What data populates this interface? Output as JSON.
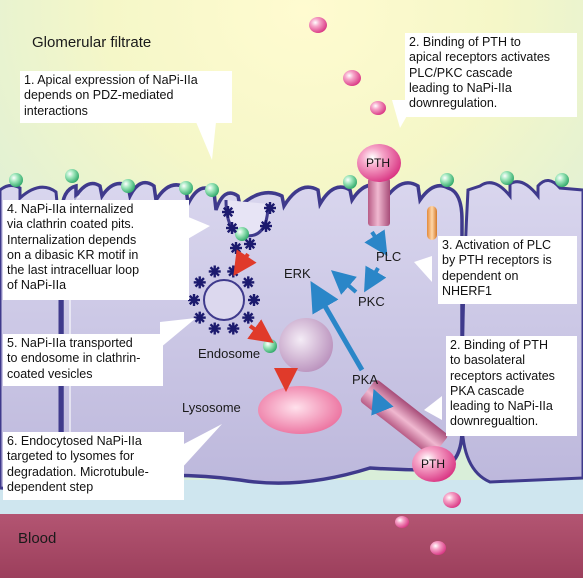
{
  "regions": {
    "top": "Glomerular filtrate",
    "bottom": "Blood"
  },
  "callouts": {
    "c1": "1. Apical expression of NaPi-IIa\ndepends on PDZ-mediated\ninteractions",
    "c2": "2. Binding of PTH to\napical receptors activates\nPLC/PKC cascade\nleading to NaPi-IIa\ndownregulation.",
    "c3": "3. Activation of PLC\nby PTH receptors is\ndependent on\nNHERF1",
    "c4": "4. NaPi-IIa internalized\nvia clathrin coated pits.\nInternalization depends\non a dibasic KR motif in\nthe last intracelluar loop\nof NaPi-IIa",
    "c5": "5. NaPi-IIa transported\nto endosome in clathrin-\ncoated vesicles",
    "c6": "6. Endocytosed NaPi-IIa\ntargeted to lysomes for\ndegradation. Microtubule-\ndependent step",
    "c7": "2. Binding of PTH\nto basolateral\nreceptors activates\nPKA cascade\nleading to NaPi-IIa\ndownregualtion."
  },
  "enzymes": {
    "plc": "PLC",
    "pkc": "PKC",
    "erk": "ERK",
    "pka": "PKA"
  },
  "organelles": {
    "endosome": "Endosome",
    "lysosome": "Lysosome"
  },
  "hormone": {
    "apical": "PTH",
    "basolateral": "PTH"
  },
  "colors": {
    "filtrate_glow": "#fff8b0",
    "filtrate_bg": "#e4f2d6",
    "cell_fill": "#c9c5e2",
    "cell_stroke": "#3f3a8c",
    "blood": "#b0506a",
    "hormone": "#e85b9a",
    "napi": "#6bd39a",
    "signal_arrow": "#2a86c8",
    "traffic_arrow": "#e03a2a",
    "clathrin": "#1c1a6e"
  }
}
